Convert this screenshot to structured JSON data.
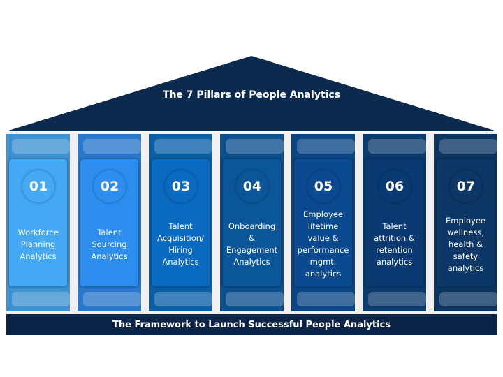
{
  "title": "The 7 Pillars of People Analytics",
  "footer": "The Framework to Launch Successful People Analytics",
  "colors": {
    "roof": "#0c2a4e",
    "base": "#0c2448"
  },
  "pillars": [
    {
      "number": "01",
      "label": "Workforce\nPlanning\nAnalytics",
      "outer": "#3f93d3",
      "inner": "#44a8f5"
    },
    {
      "number": "02",
      "label": "Talent\nSourcing\nAnalytics",
      "outer": "#2a78cc",
      "inner": "#2d8ef0"
    },
    {
      "number": "03",
      "label": "Talent\nAcquisition/\nHiring\nAnalytics",
      "outer": "#0a5fa6",
      "inner": "#0a6ac0"
    },
    {
      "number": "04",
      "label": "Onboarding\n&\nEngagement\nAnalytics",
      "outer": "#0b4f8c",
      "inner": "#0b5698"
    },
    {
      "number": "05",
      "label": "Employee\nlifetime\nvalue &\nperformance\nmgmt.\nanalytics",
      "outer": "#0a4585",
      "inner": "#0b4a90"
    },
    {
      "number": "06",
      "label": "Talent\nattrition &\nretention\nanalytics",
      "outer": "#0b3a6e",
      "inner": "#0b3a72"
    },
    {
      "number": "07",
      "label": "Employee\nwellness,\nhealth &\nsafety\nanalytics",
      "outer": "#0b3560",
      "inner": "#0c3766"
    }
  ]
}
